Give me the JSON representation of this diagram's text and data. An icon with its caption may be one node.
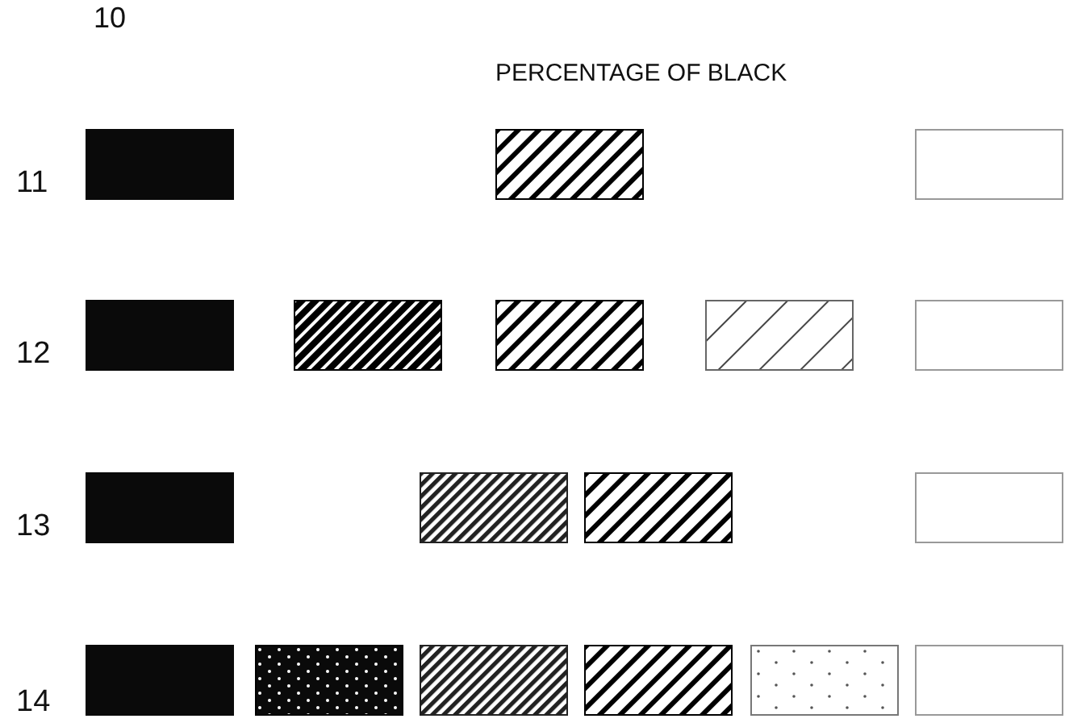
{
  "diagram": {
    "labels": [
      "10",
      "PERCENTAGE OF BLACK",
      "11",
      "12",
      "13",
      "14"
    ]
  }
}
